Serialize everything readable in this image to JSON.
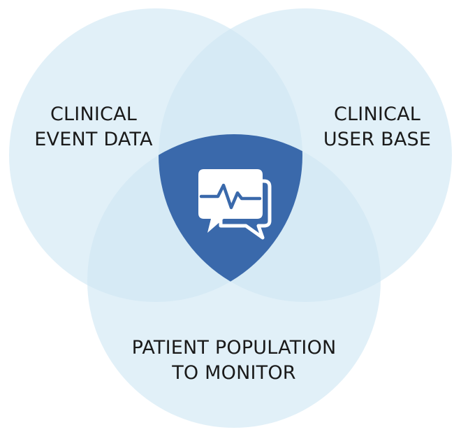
{
  "diagram": {
    "type": "venn",
    "colors": {
      "circle_fill": "#cfe6f4",
      "center_fill": "#3a69ab",
      "icon_color": "#ffffff",
      "text_color": "#1a1a1a"
    },
    "circles": [
      {
        "id": "clinical-event-data",
        "label_lines": [
          "CLINICAL",
          "EVENT DATA"
        ]
      },
      {
        "id": "clinical-user-base",
        "label_lines": [
          "CLINICAL",
          "USER BASE"
        ]
      },
      {
        "id": "patient-population",
        "label_lines": [
          "PATIENT POPULATION",
          "TO MONITOR"
        ]
      }
    ],
    "center_icon": "chat-bubbles-heartbeat-icon"
  }
}
